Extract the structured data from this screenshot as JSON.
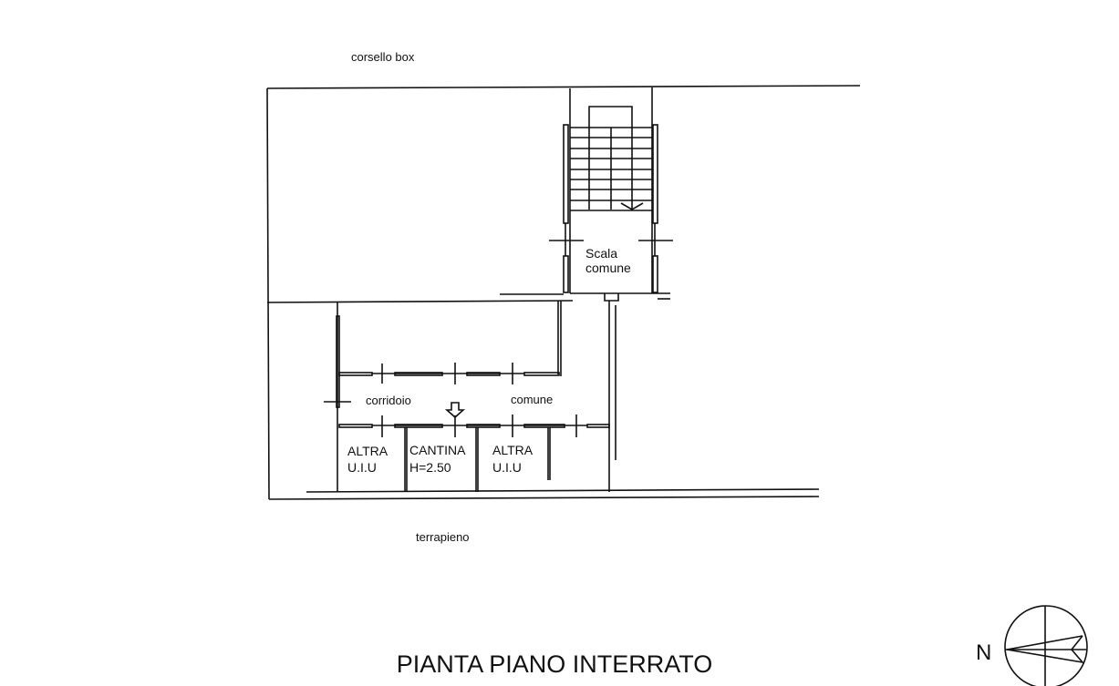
{
  "labels": {
    "top": "corsello box",
    "bottom": "terrapieno",
    "stair_line1": "Scala",
    "stair_line2": "comune",
    "corridor_left": "corridoio",
    "corridor_right": "comune",
    "room1_line1": "ALTRA",
    "room1_line2": "U.I.U",
    "room2_line1": "CANTINA",
    "room2_line2": "H=2.50",
    "room3_line1": "ALTRA",
    "room3_line2": "U.I.U"
  },
  "title": "PIANTA PIANO INTERRATO",
  "compass": {
    "label": "N"
  }
}
